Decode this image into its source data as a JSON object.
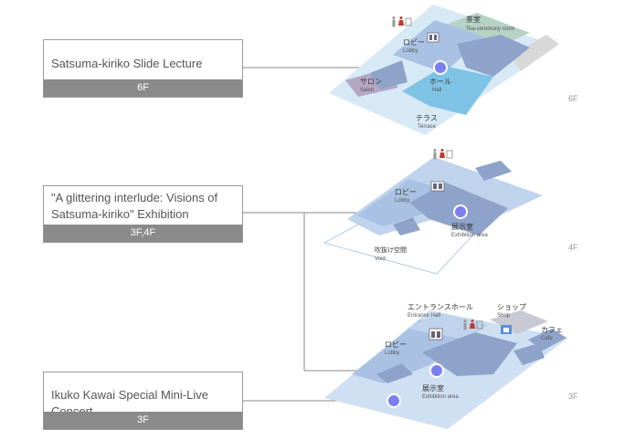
{
  "events": [
    {
      "title": "Satsuma-kiriko Slide Lecture",
      "floor": "6F"
    },
    {
      "title": "\"A glittering interlude: Visions of Satsuma-kiriko\" Exhibition",
      "floor": "3F,4F"
    },
    {
      "title": "Ikuko Kawai Special Mini-Live Concert",
      "floor": "3F"
    }
  ],
  "floors": {
    "f6": {
      "label": "6F",
      "rooms": {
        "tea": {
          "ja": "茶室",
          "en": "Tea-ceremony room"
        },
        "lobby": {
          "ja": "ロビー",
          "en": "Lobby"
        },
        "salon": {
          "ja": "サロン",
          "en": "Salon"
        },
        "hall": {
          "ja": "ホール",
          "en": "Hall"
        },
        "terrace": {
          "ja": "テラス",
          "en": "Terrace"
        }
      }
    },
    "f4": {
      "label": "4F",
      "rooms": {
        "lobby": {
          "ja": "ロビー",
          "en": "Lobby"
        },
        "exhibition": {
          "ja": "展示室",
          "en": "Exhibition area"
        },
        "void": {
          "ja": "吹抜け空間",
          "en": "Void"
        }
      }
    },
    "f3": {
      "label": "3F",
      "rooms": {
        "entrance": {
          "ja": "エントランスホール",
          "en": "Entrance Hall"
        },
        "shop": {
          "ja": "ショップ",
          "en": "Shop"
        },
        "cafe": {
          "ja": "カフェ",
          "en": "Cafe"
        },
        "lobby": {
          "ja": "ロビー",
          "en": "Lobby"
        },
        "exhibition": {
          "ja": "展示室",
          "en": "Exhibition area"
        }
      }
    }
  },
  "colors": {
    "room_dark": "#8ea3c9",
    "room_light": "#bfd3ec",
    "room_mid": "#a9c2e3",
    "hall": "#7ec3e6",
    "tea": "#b5d2c4",
    "salon": "#b5a6c6",
    "marker": "#7b7ff0",
    "line": "#888888"
  }
}
